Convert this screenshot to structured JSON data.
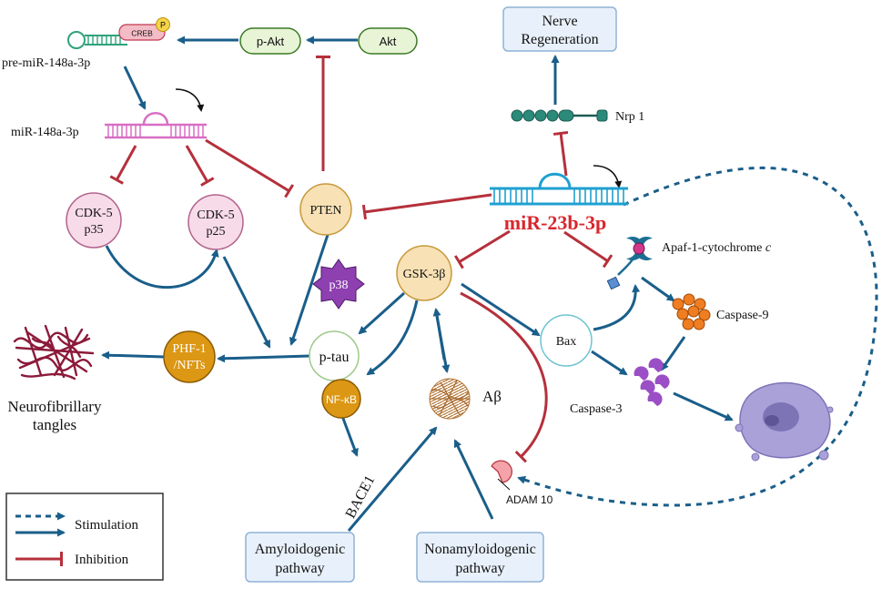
{
  "nodes": {
    "pre_mir148": "pre-miR-148a-3p",
    "creb": "CREB",
    "p_badge": "P",
    "p_akt": "p-Akt",
    "akt": "Akt",
    "mir148": "miR-148a-3p",
    "nerve_regen_line1": "Nerve",
    "nerve_regen_line2": "Regeneration",
    "nrp1": "Nrp 1",
    "cdk5_p35_line1": "CDK-5",
    "cdk5_p35_line2": "p35",
    "cdk5_p25_line1": "CDK-5",
    "cdk5_p25_line2": "p25",
    "pten": "PTEN",
    "mir23": "miR-23b-3p",
    "apaf1": "Apaf-1-cytochrome",
    "apaf1_italic": "c",
    "gsk3b": "GSK-3β",
    "p38": "p38",
    "caspase9": "Caspase-9",
    "phf1_line1": "PHF-1",
    "phf1_line2": "/NFTs",
    "ptau": "p-tau",
    "bax": "Bax",
    "nft_line1": "Neurofibrillary",
    "nft_line2": "tangles",
    "nfkb": "NF-κB",
    "abeta": "Aβ",
    "caspase3": "Caspase-3",
    "bace1": "BACE1",
    "adam10": "ADAM 10",
    "amyloidogenic_line1": "Amyloidogenic",
    "amyloidogenic_line2": "pathway",
    "nonamyloidogenic_line1": "Nonamyloidogenic",
    "nonamyloidogenic_line2": "pathway"
  },
  "legend": {
    "stimulation": "Stimulation",
    "inhibition": "Inhibition"
  },
  "colors": {
    "stimulation": "#1a5e8a",
    "inhibition": "#b5303b",
    "mir23_text": "#d9262d",
    "mir23_rna": "#1fa0d0",
    "mir148_rna": "#d86fc4",
    "pten_fill": "#f7e1b5",
    "gsk3b_fill": "#f7e1b5",
    "cdk_fill": "#f7dbe9",
    "akt_fill": "#e7f4d6",
    "box_fill": "#e8f1fb",
    "phf1_fill": "#dc9714",
    "nfkb_fill": "#dc9714",
    "p38_fill": "#8e3fb0",
    "caspase9_fill": "#ef7d22",
    "caspase3_fill": "#9b4fc6",
    "nrp1_fill": "#2b8a7a",
    "apoptotic_cell": "#aaa1d9"
  }
}
